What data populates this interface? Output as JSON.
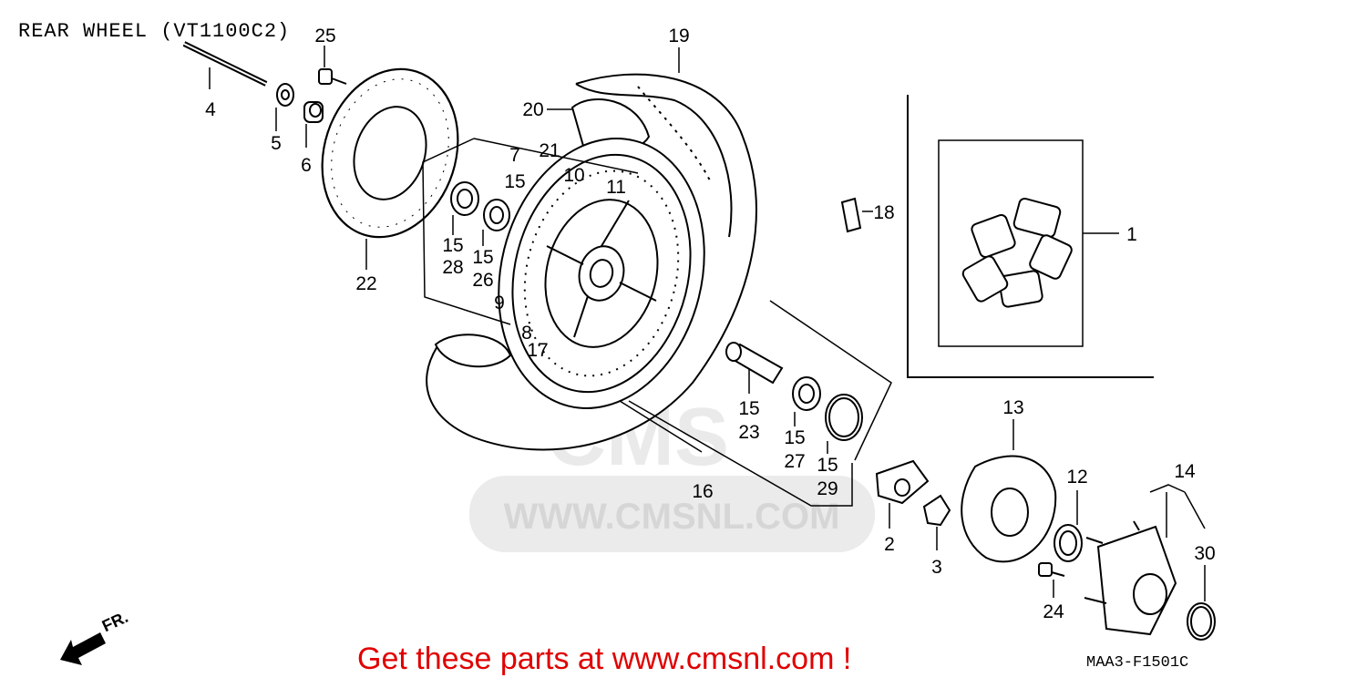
{
  "diagram": {
    "title": "REAR WHEEL (VT1100C2)",
    "diagram_code": "MAA3-F1501C",
    "direction_label": "FR.",
    "promo_text": "Get these parts at www.cmsnl.com !",
    "watermark_text": "WWW.CMSNL.COM",
    "watermark_logo": "CMS",
    "colors": {
      "promo": "#e00000",
      "watermark": "#d6d6d6",
      "line": "#000000"
    },
    "callouts": [
      {
        "id": "c25",
        "label": "25"
      },
      {
        "id": "c4",
        "label": "4"
      },
      {
        "id": "c5",
        "label": "5"
      },
      {
        "id": "c6",
        "label": "6"
      },
      {
        "id": "c22",
        "label": "22"
      },
      {
        "id": "c19",
        "label": "19"
      },
      {
        "id": "c20",
        "label": "20"
      },
      {
        "id": "c7",
        "label": "7"
      },
      {
        "id": "c21",
        "label": "21"
      },
      {
        "id": "c10",
        "label": "10"
      },
      {
        "id": "c11",
        "label": "11"
      },
      {
        "id": "c15a",
        "label": "15"
      },
      {
        "id": "c15b",
        "label": "15"
      },
      {
        "id": "c28",
        "label": "28"
      },
      {
        "id": "c15c",
        "label": "15"
      },
      {
        "id": "c26",
        "label": "26"
      },
      {
        "id": "c9",
        "label": "9"
      },
      {
        "id": "c8",
        "label": "8"
      },
      {
        "id": "c17",
        "label": "17"
      },
      {
        "id": "c18",
        "label": "18"
      },
      {
        "id": "c1",
        "label": "1"
      },
      {
        "id": "c15d",
        "label": "15"
      },
      {
        "id": "c23",
        "label": "23"
      },
      {
        "id": "c15e",
        "label": "15"
      },
      {
        "id": "c27",
        "label": "27"
      },
      {
        "id": "c15f",
        "label": "15"
      },
      {
        "id": "c29",
        "label": "29"
      },
      {
        "id": "c16",
        "label": "16"
      },
      {
        "id": "c13",
        "label": "13"
      },
      {
        "id": "c12",
        "label": "12"
      },
      {
        "id": "c14",
        "label": "14"
      },
      {
        "id": "c30",
        "label": "30"
      },
      {
        "id": "c2",
        "label": "2"
      },
      {
        "id": "c3",
        "label": "3"
      },
      {
        "id": "c24",
        "label": "24"
      }
    ]
  }
}
